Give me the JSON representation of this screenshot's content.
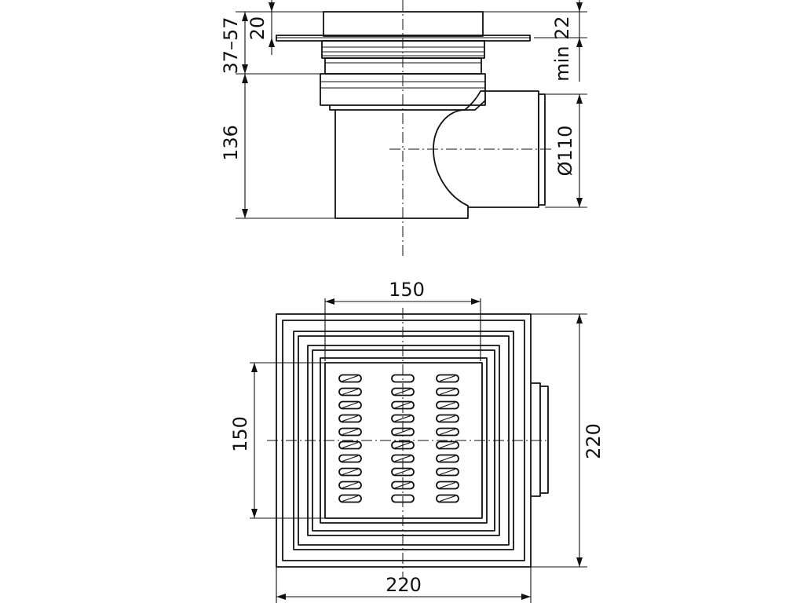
{
  "drawing": {
    "side_view": {
      "dim_total_height": "37–57",
      "dim_flange": "20",
      "dim_min_depth": "min 22",
      "dim_body_height": "136",
      "dim_outlet_diameter": "Ø110"
    },
    "top_view": {
      "dim_grate_width": "150",
      "dim_grate_height": "150",
      "dim_overall_width": "220",
      "dim_overall_height": "220"
    }
  }
}
